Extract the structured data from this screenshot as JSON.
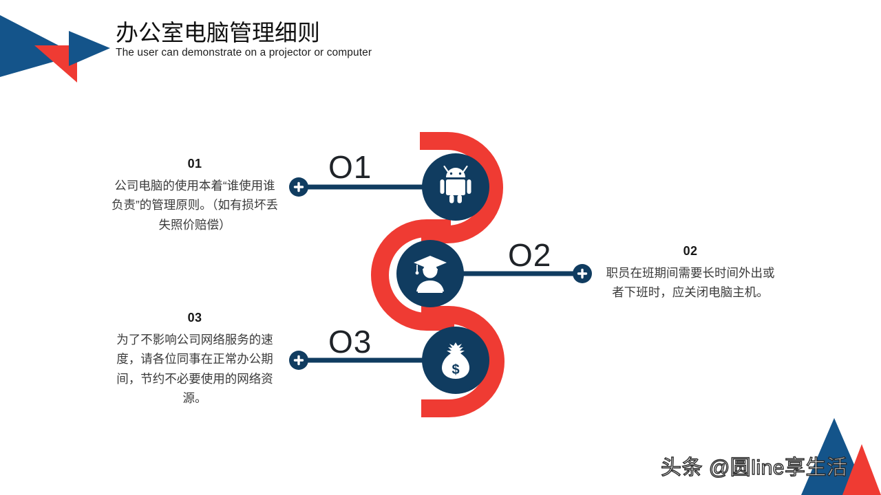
{
  "header": {
    "title": "办公室电脑管理细则",
    "subtitle": "The user can demonstrate on a projector or computer",
    "graphic_name": "arrow-banner-graphic"
  },
  "theme": {
    "navy": "#14548a",
    "dark_navy": "#103c60",
    "red": "#ef3b33",
    "background": "#ffffff",
    "text": "#3a3a3a"
  },
  "diagram": {
    "ribbon_color": "#ef3b33",
    "node_color": "#103c60",
    "connector_color": "#103c60",
    "nodes": [
      {
        "id": "01",
        "icon": "android-robot-icon",
        "big_number": "O1",
        "side": "left"
      },
      {
        "id": "02",
        "icon": "graduate-person-icon",
        "big_number": "O2",
        "side": "right"
      },
      {
        "id": "03",
        "icon": "money-bag-icon",
        "big_number": "O3",
        "side": "left"
      }
    ],
    "connector_marker": "plus-marker"
  },
  "blocks": [
    {
      "index": "01",
      "body": "公司电脑的使用本着“谁使用谁负责”的管理原则。（如有损坏丢失照价赔偿）"
    },
    {
      "index": "02",
      "body": "职员在班期间需要长时间外出或者下班时，应关闭电脑主机。"
    },
    {
      "index": "03",
      "body": "为了不影响公司网络服务的速度，请各位同事在正常办公期间，节约不必要使用的网络资源。"
    }
  ],
  "watermark": {
    "text": "头条 @圆line享生活",
    "corner_graphic_name": "corner-triangles-graphic"
  }
}
